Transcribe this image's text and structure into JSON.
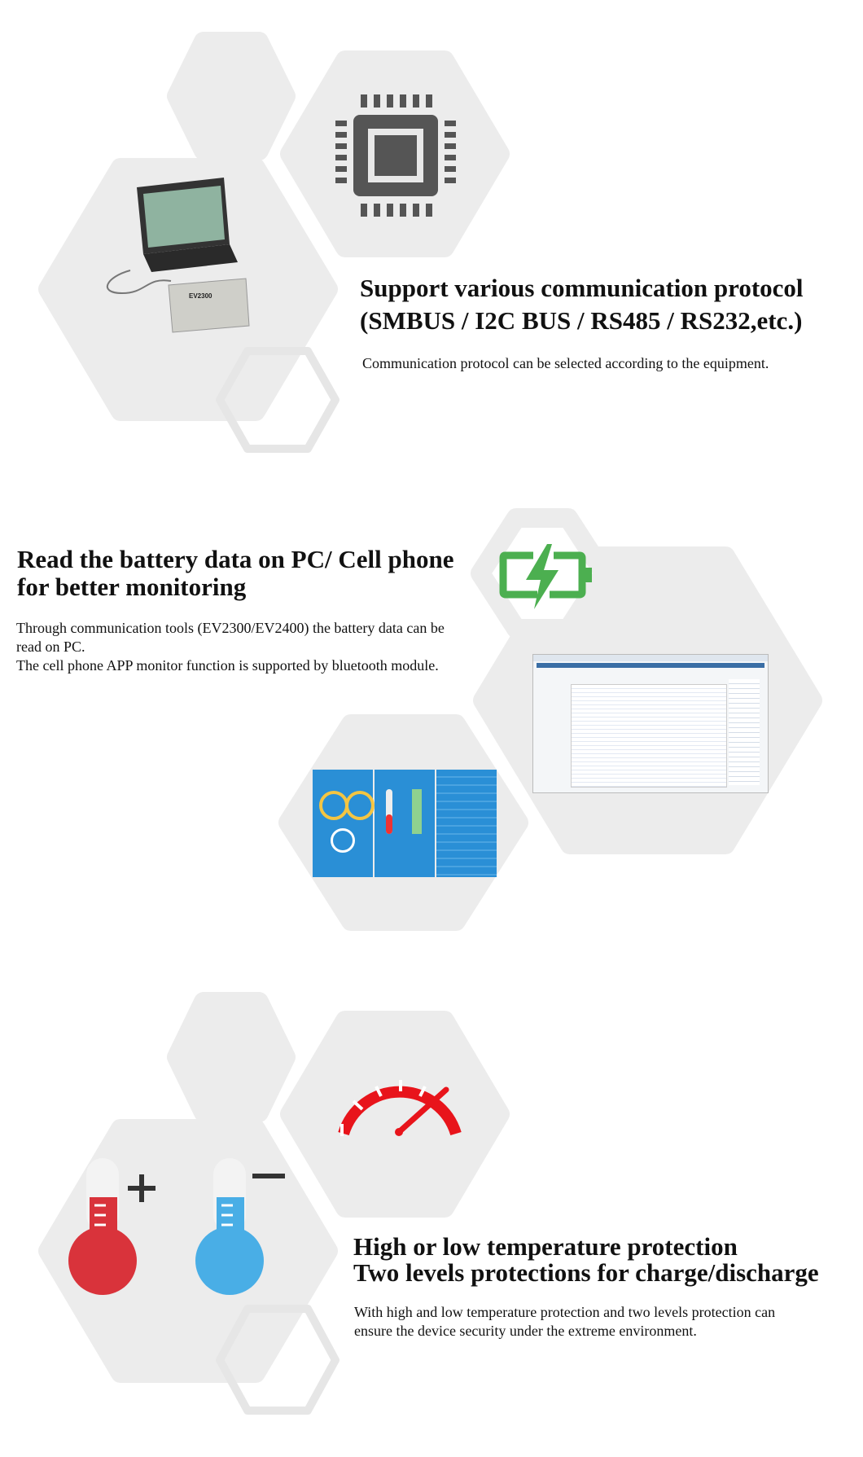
{
  "sections": [
    {
      "title_line1": "Support various communication protocol",
      "title_line2": "(SMBUS / I2C BUS / RS485 / RS232,etc.)",
      "description": "Communication protocol can be selected according to the equipment.",
      "device_label": "EV2300"
    },
    {
      "title_line1": "Read the battery data on PC/ Cell phone",
      "title_line2": "for better monitoring",
      "description_line1": "Through communication tools (EV2300/EV2400) the battery data can be read on PC.",
      "description_line2": "The cell phone APP monitor function is supported by bluetooth module."
    },
    {
      "title_line1": "High or low temperature protection",
      "title_line2": "Two levels protections for charge/discharge",
      "description": "With high and low temperature protection and two levels protection can ensure the device security under the extreme environment."
    }
  ],
  "icons": [
    "chip-icon",
    "battery-charging-icon",
    "gauge-icon",
    "thermometer-plus-icon",
    "thermometer-minus-icon"
  ],
  "colors": {
    "hex_fill": "#ececec",
    "chip": "#555555",
    "battery": "#4caf50",
    "gauge": "#e8141b",
    "thermo_hot": "#d9333b",
    "thermo_cold": "#49aee6",
    "app_blue": "#2a8fd6"
  }
}
